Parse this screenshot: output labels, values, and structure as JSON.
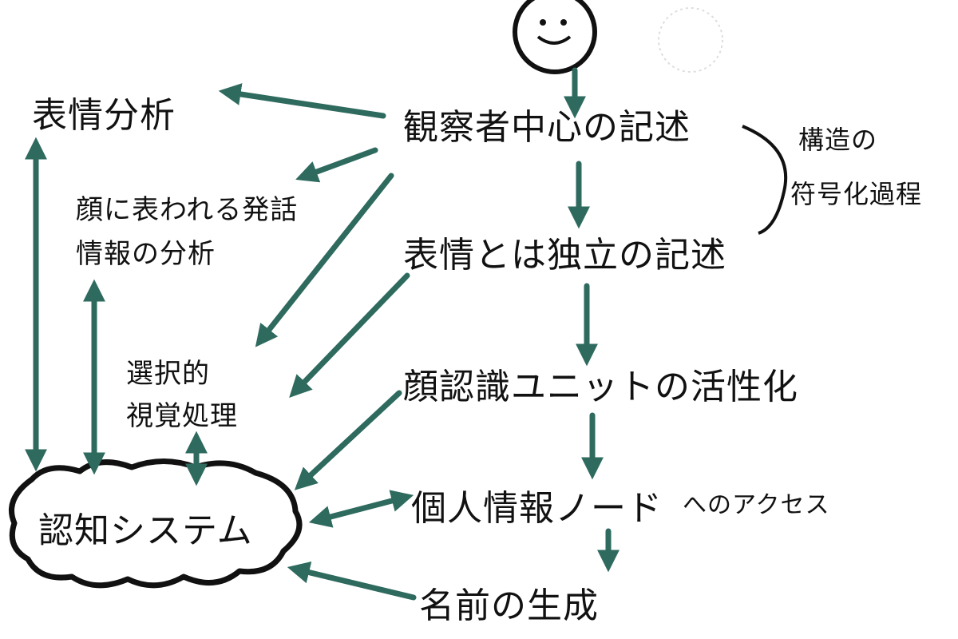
{
  "nodes": {
    "observer": "観察者中心の記述",
    "expression_independent": "表情とは独立の記述",
    "fru": "顔認識ユニットの活性化",
    "pin": "個人情報ノード",
    "pin_suffix": "へのアクセス",
    "name": "名前の生成",
    "expression": "表情分析",
    "facial_speech_line1": "顔に表われる発話",
    "facial_speech_line2": "情報の分析",
    "visual_line1": "選択的",
    "visual_line2": "視覚処理",
    "cognitive": "認知システム",
    "structural_line1": "構造の",
    "structural_line2": "符号化過程"
  },
  "colors": {
    "arrow": "#2e6a5e",
    "ink": "#111111",
    "background": "#ffffff"
  },
  "icons": {
    "face": "smiley-face-icon",
    "faint": "faint-face-sketch-icon"
  }
}
